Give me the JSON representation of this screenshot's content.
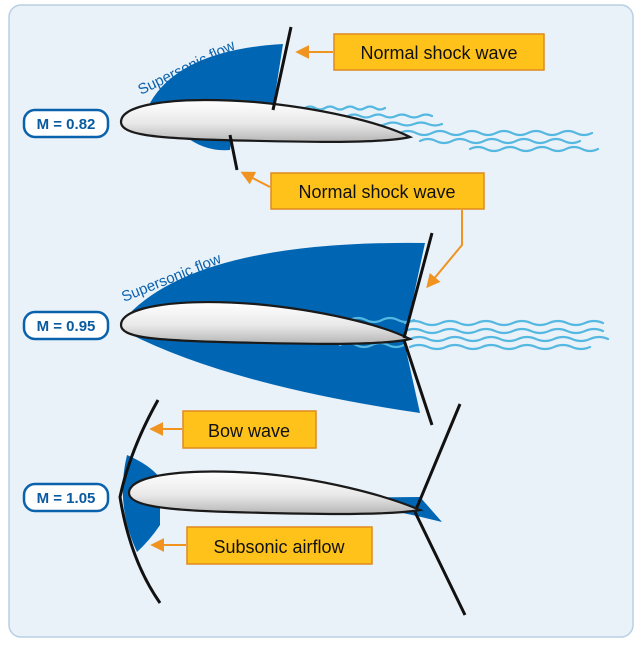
{
  "labels": {
    "supersonic_flow": "Supersonic flow",
    "normal_shock_wave": "Normal shock wave",
    "bow_wave": "Bow wave",
    "subsonic_airflow": "Subsonic airflow"
  },
  "mach_badges": [
    "M = 0.82",
    "M = 0.95",
    "M = 1.05"
  ],
  "colors": {
    "background": "#ffffff",
    "panel": "#e9f1f9",
    "panel_border": "#b9cfe4",
    "supersonic_region": "#0066b3",
    "badge_border": "#0a62ad",
    "badge_text": "#0a5aa0",
    "callout_fill": "#ffc21a",
    "callout_border": "#e08a1e",
    "arrow": "#f0931f",
    "wake": "#55b8e0",
    "shock_line": "#111111"
  }
}
